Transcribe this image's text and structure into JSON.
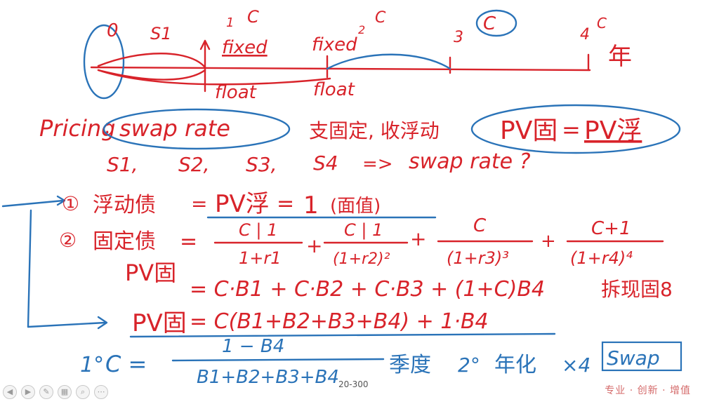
{
  "timeline": {
    "point0": "0",
    "s1": "S1",
    "c1": "C",
    "fixed1": "fixed",
    "fixed2": "fixed",
    "c2": "C",
    "c3": "C",
    "num3": "3",
    "c4": "C",
    "num4": "4",
    "year": "年",
    "float1": "float",
    "float2": "float",
    "num1": "1",
    "num2": "2"
  },
  "pricing": {
    "label": "Pricing",
    "colon": ":",
    "swap_rate": "swap rate",
    "pay_receive": "支固定, 收浮动",
    "pv_fixed": "PV固",
    "equals": "=",
    "pv_float": "PV浮"
  },
  "question": {
    "items": [
      "S1,",
      "S2,",
      "S3,",
      "S4"
    ],
    "arrow": "=>",
    "text": "swap rate ?"
  },
  "line1": {
    "num": "①",
    "label": "浮动债",
    "eq": "=",
    "pv": "PV浮",
    "eq2": "=",
    "one": "1",
    "note": "(面值)"
  },
  "line2": {
    "num": "②",
    "label": "固定债",
    "label2": "PV固",
    "eq": "=",
    "t1_num": "C | 1",
    "t1_den": "1+r1",
    "t2_num": "C | 1",
    "t2_den": "(1+r2)²",
    "t3_num": "C",
    "t3_den": "(1+r3)³",
    "t4_num": "C+1",
    "t4_den": "(1+r4)⁴"
  },
  "line3": {
    "text": "= C·B1 + C·B2 + C·B3 + (1+C)B4",
    "note": "拆现固8"
  },
  "line4": {
    "pv": "PV固",
    "text": "= C(B1+B2+B3+B4) + 1·B4"
  },
  "result": {
    "num": "1°",
    "c": "C =",
    "numer": "1 − B4",
    "denom": "B1+B2+B3+B4",
    "season": "季度",
    "two": "2°",
    "annualize": "年化",
    "x4": "×4",
    "swap": "Swap"
  },
  "footer": {
    "page": "20-300",
    "brand": "专业 · 创新 · 增值"
  }
}
